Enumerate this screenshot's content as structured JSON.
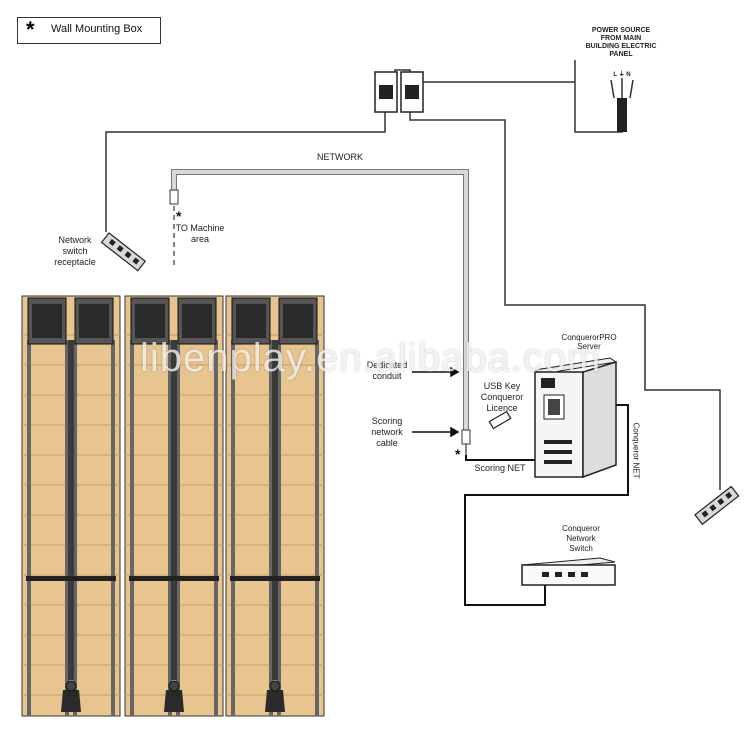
{
  "legend": {
    "star_icon": "*",
    "text": "Wall Mounting Box"
  },
  "power_source": {
    "text": "POWER SOURCE FROM MAIN BUILDING ELECTRIC PANEL",
    "phases": "L  ⏚  N"
  },
  "network_label": "NETWORK",
  "to_machine": "TO Machine area",
  "network_switch_receptacle": "Network switch receptacle",
  "dedicated_conduit": "Dedicated conduit",
  "scoring_network_cable": "Scoring network cable",
  "usb_key": "USB Key Conqueror Licence",
  "scoring_net": "Scoring NET",
  "server": "ConquerorPRO Server",
  "conqueror_net": "Conqueror NET",
  "conqueror_network_switch": "Conqueror Network Switch",
  "watermark": "libenplay.en.alibaba.com",
  "star_marks": [
    "*",
    "*"
  ],
  "colors": {
    "line": "#333333",
    "conduit": "#bfbfbf",
    "wood": "#e8c48f",
    "wood_dark": "#c9a06a",
    "machine": "#2a2a2a"
  }
}
